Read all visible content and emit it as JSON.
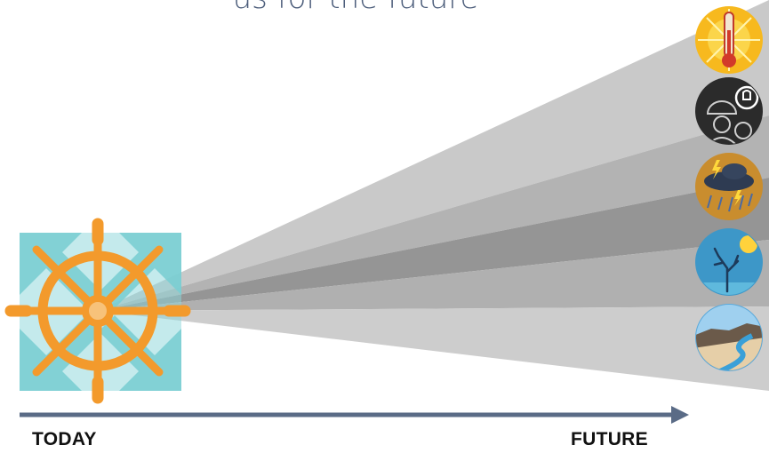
{
  "title": "us for the future",
  "timeline": {
    "start_label": "TODAY",
    "end_label": "FUTURE"
  },
  "colors": {
    "timeline_arrow": "#5a6b86",
    "wheel": "#f39a2c",
    "expand_arrows": "#7ccfd3",
    "beam_light": "#c6c6c6",
    "beam_mid": "#a9a9a9",
    "beam_dark": "#8f8f8f"
  },
  "center_icon": "ship-wheel-with-expand-arrows-icon",
  "scenario_icons": [
    {
      "icon": "thermometer-sun-icon",
      "color": "#f6b21c"
    },
    {
      "icon": "worker-lightbulb-gear-icon",
      "color": "#2b2b2b"
    },
    {
      "icon": "storm-cloud-rain-icon",
      "color": "#c68a2e"
    },
    {
      "icon": "dead-tree-sun-icon",
      "color": "#3f97c8"
    },
    {
      "icon": "river-desert-icon",
      "color": "#5ba9db"
    }
  ]
}
